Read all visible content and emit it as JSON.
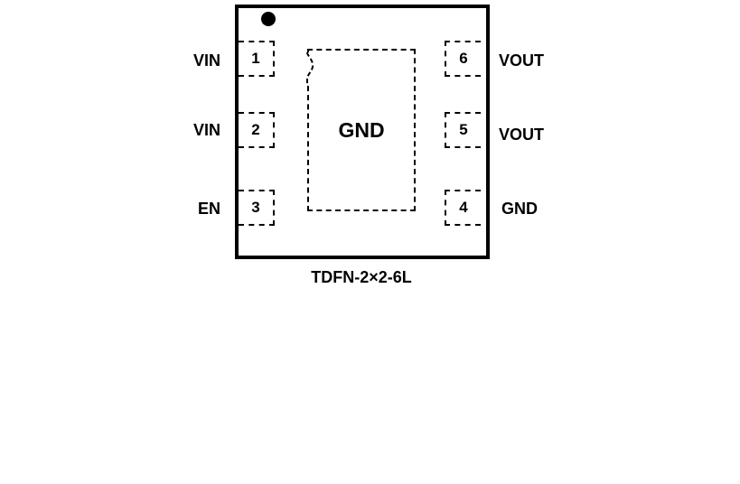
{
  "package": {
    "name": "TDFN-2×2-6L",
    "exposed_pad_label": "GND"
  },
  "pins": {
    "p1": {
      "number": "1",
      "name": "VIN"
    },
    "p2": {
      "number": "2",
      "name": "VIN"
    },
    "p3": {
      "number": "3",
      "name": "EN"
    },
    "p4": {
      "number": "4",
      "name": "GND"
    },
    "p5": {
      "number": "5",
      "name": "VOUT"
    },
    "p6": {
      "number": "6",
      "name": "VOUT"
    }
  }
}
